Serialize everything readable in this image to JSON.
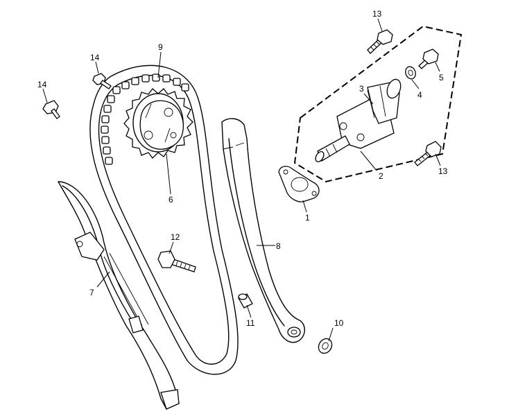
{
  "callouts": {
    "c1": "1",
    "c2": "2",
    "c3": "3",
    "c4": "4",
    "c5": "5",
    "c6": "6",
    "c7": "7",
    "c8": "8",
    "c9": "9",
    "c10": "10",
    "c11": "11",
    "c12": "12",
    "c13a": "13",
    "c13b": "13",
    "c14a": "14",
    "c14b": "14"
  }
}
